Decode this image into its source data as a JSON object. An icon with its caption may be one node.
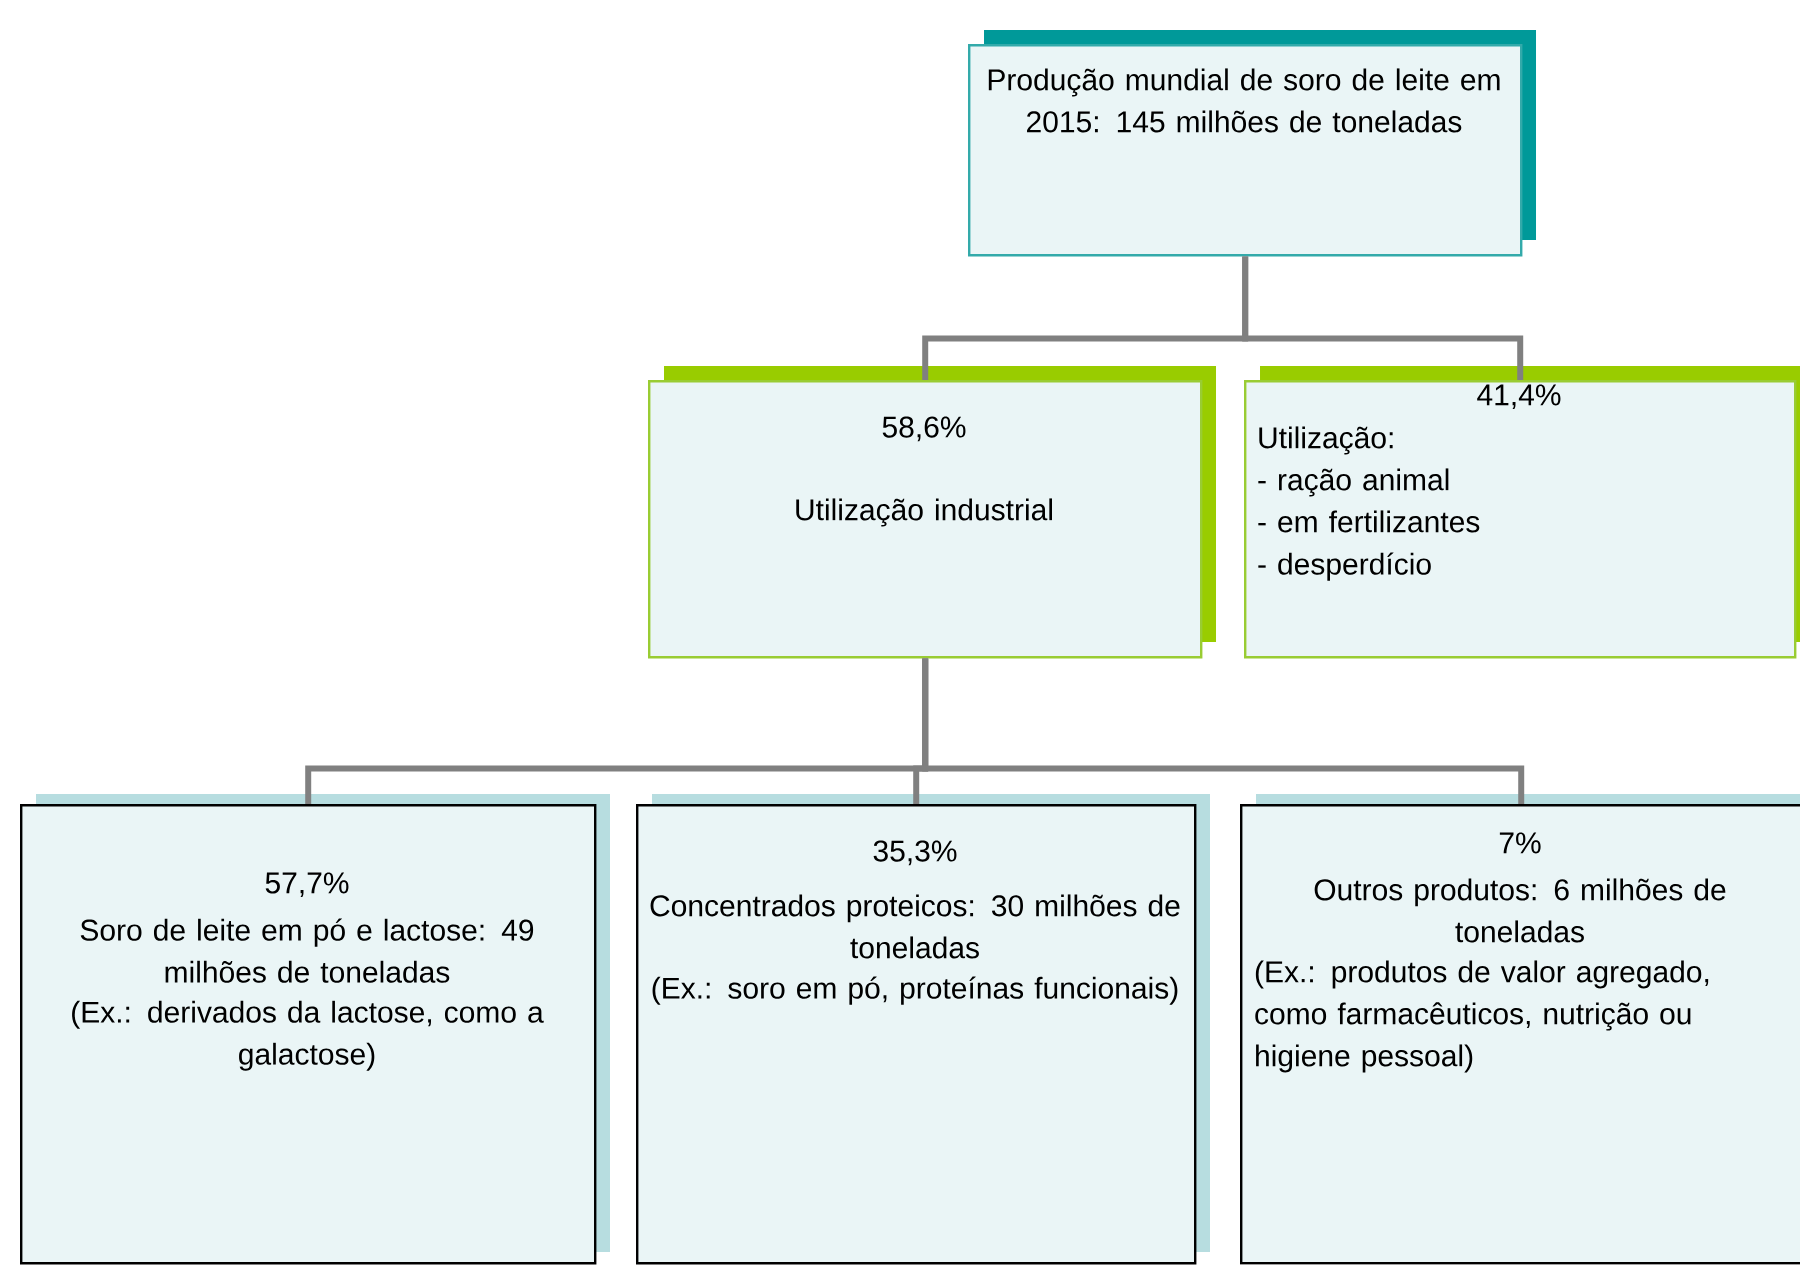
{
  "diagram": {
    "nodes": [
      {
        "text": [
          "Produção mundial de soro de leite em 2015: 145 milhões de toneladas"
        ]
      },
      {
        "text": [
          "58,6%",
          "Utilização industrial"
        ]
      },
      {
        "text": [
          "41,4%",
          "Utilização:",
          "- ração animal",
          "- em fertilizantes",
          "- desperdício"
        ]
      },
      {
        "text": [
          "57,7%",
          "Soro de leite em pó e lactose: 49 milhões de toneladas",
          "(Ex.: derivados da lactose, como a galactose)"
        ]
      },
      {
        "text": [
          "35,3%",
          "Concentrados proteicos: 30 milhões de toneladas",
          "(Ex.: soro em pó, proteínas funcionais)"
        ]
      },
      {
        "text": [
          "7%",
          "Outros produtos: 6 milhões de toneladas",
          "(Ex.: produtos de valor agregado, como farmacêuticos, nutrição ou higiene pessoal)"
        ]
      }
    ],
    "edges": [
      {
        "from": 0,
        "to": 1,
        "arrow": "none"
      },
      {
        "from": 0,
        "to": 2,
        "arrow": "none"
      },
      {
        "from": 1,
        "to": 3,
        "arrow": "none"
      },
      {
        "from": 1,
        "to": 4,
        "arrow": "none"
      },
      {
        "from": 1,
        "to": 5,
        "arrow": "none"
      }
    ]
  }
}
